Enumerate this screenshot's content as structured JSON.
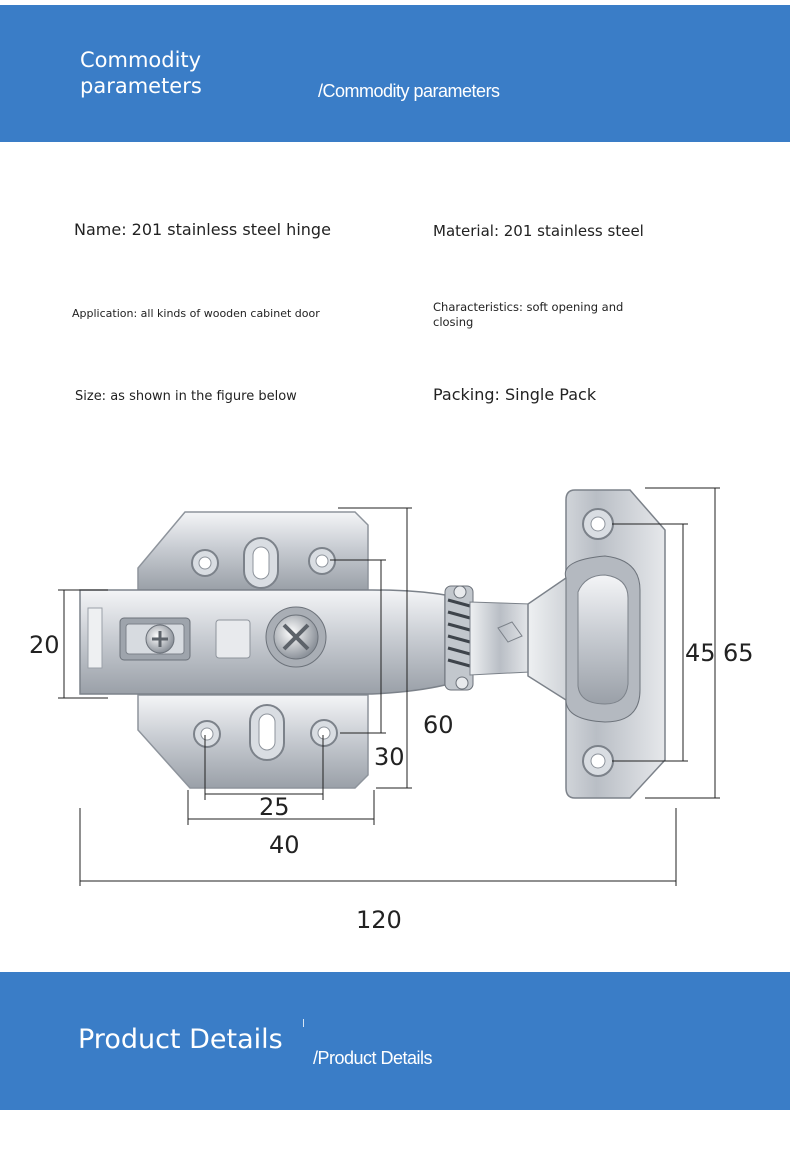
{
  "header": {
    "title": "Commodity parameters",
    "subtitle": "/Commodity parameters"
  },
  "params": {
    "name": "Name: 201 stainless steel hinge",
    "material": "Material: 201 stainless steel",
    "application": "Application: all kinds of wooden cabinet door",
    "characteristics": "Characteristics: soft opening and closing",
    "size": "Size: as shown in the figure below",
    "packing": "Packing: Single Pack"
  },
  "dimensions": {
    "d20": "20",
    "d60": "60",
    "d30": "30",
    "d25": "25",
    "d40": "40",
    "d45": "45",
    "d65": "65",
    "d120": "120"
  },
  "footer": {
    "title": "Product Details",
    "subtitle": "/Product Details"
  },
  "colors": {
    "banner": "#3a7dc7",
    "text": "#222222",
    "steel": "#c8ccd2"
  }
}
